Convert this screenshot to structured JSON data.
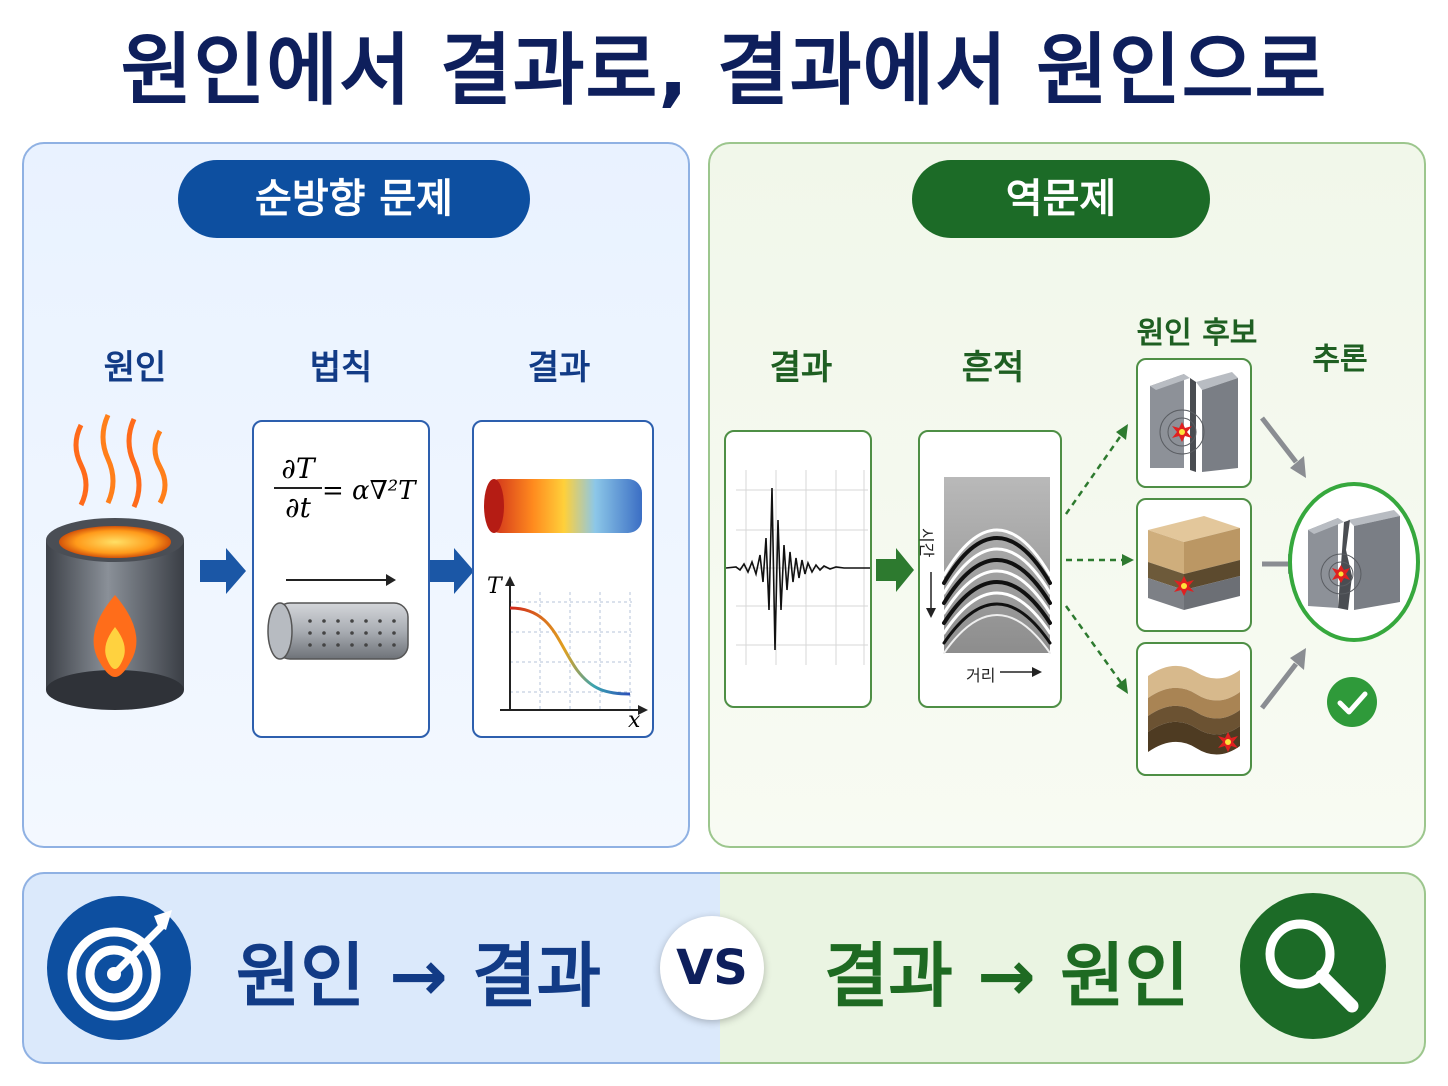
{
  "title": "원인에서 결과로, 결과에서 원인으로",
  "forward": {
    "heading": "순방향 문제",
    "labels": {
      "cause": "원인",
      "law": "법칙",
      "result": "결과"
    },
    "equation": {
      "lhs_num": "∂T",
      "lhs_den": "∂t",
      "rhs": "= α∇²T"
    },
    "graph": {
      "y_axis": "T",
      "x_axis": "x"
    }
  },
  "inverse": {
    "heading": "역문제",
    "labels": {
      "result": "결과",
      "trace": "흔적",
      "candidates": "원인 후보",
      "inference": "추론"
    },
    "trace_axes": {
      "time": "시간",
      "distance": "거리"
    }
  },
  "summary": {
    "forward_text": "원인 → 결과",
    "vs": "VS",
    "inverse_text": "결과 → 원인"
  },
  "colors": {
    "navy": "#0e1f5c",
    "forward_blue": "#0d4fa0",
    "inverse_green": "#1c6b27",
    "check_green": "#2f9a3a"
  },
  "icons": [
    "fire-icon",
    "target-icon",
    "magnifier-icon",
    "check-icon",
    "arrow-right-icon"
  ]
}
